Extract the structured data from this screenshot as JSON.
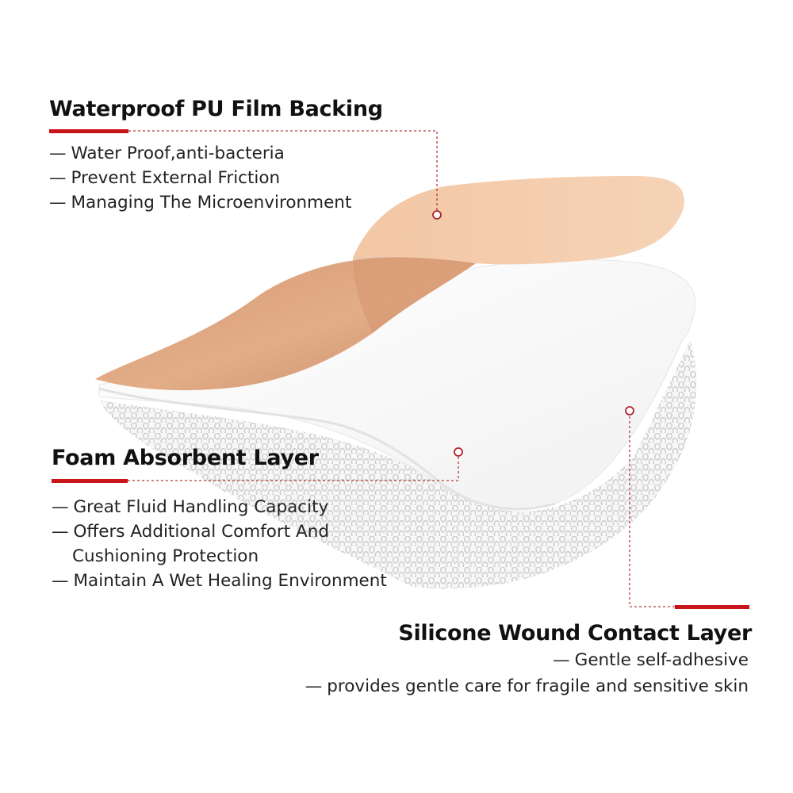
{
  "colors": {
    "accent_red": "#c8151b",
    "pu_film": "#f1c6a3",
    "pu_film_dark": "#d9a482",
    "foam": "#f6f6f6",
    "silicone_dots": "#d5d5d5"
  },
  "sections": {
    "film": {
      "title": "Waterproof PU Film Backing",
      "bullets": [
        "Water Proof,anti-bacteria",
        "Prevent External Friction",
        "Managing The Microenvironment"
      ]
    },
    "foam": {
      "title": "Foam Absorbent Layer",
      "bullets": [
        {
          "line1": "Great Fluid Handling Capacity"
        },
        {
          "line1": "Offers Additional Comfort And",
          "line2": "Cushioning Protection"
        },
        {
          "line1": "Maintain A Wet Healing Environment"
        }
      ]
    },
    "silicone": {
      "title": "Silicone Wound Contact Layer",
      "bullets": [
        "Gentle self-adhesive",
        "provides gentle care for fragile and sensitive skin"
      ]
    }
  },
  "dash": "—"
}
